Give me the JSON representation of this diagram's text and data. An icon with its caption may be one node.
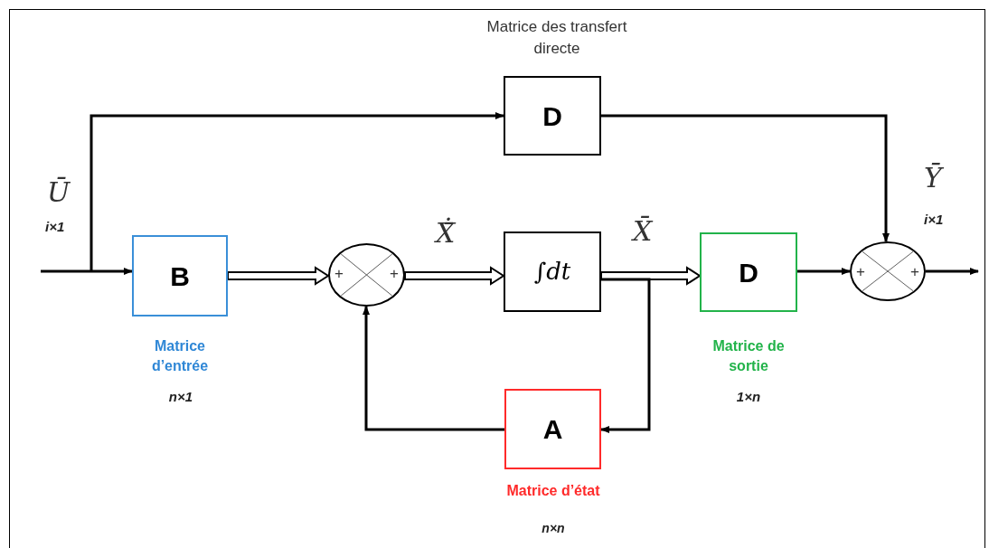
{
  "diagram": {
    "nodes": [
      {
        "text": [
          "D"
        ],
        "beside": [
          "Matrice des transfert directe"
        ]
      },
      {
        "text": [
          "B"
        ],
        "beside": [
          "Matrice d’entrée",
          "n×1"
        ]
      },
      {
        "text": [
          "+",
          "+"
        ]
      },
      {
        "text": [
          "∫dt"
        ]
      },
      {
        "text": [
          "D"
        ],
        "beside": [
          "Matrice de sortie",
          "1×n"
        ]
      },
      {
        "text": [
          "+",
          "+"
        ]
      },
      {
        "text": [
          "A"
        ],
        "beside": [
          "Matrice d’état",
          "n×n"
        ]
      }
    ],
    "edges": [
      {
        "from": null,
        "to": 1,
        "arrow": "to"
      },
      {
        "from": null,
        "to": 0,
        "arrow": "to"
      },
      {
        "from": 1,
        "to": 2,
        "arrow": "to",
        "style": "thick"
      },
      {
        "from": 2,
        "to": 3,
        "arrow": "to",
        "style": "thick",
        "label": "Ẋ̄"
      },
      {
        "from": 3,
        "to": 4,
        "arrow": "to",
        "style": "thick",
        "label": "X̄"
      },
      {
        "from": 4,
        "to": 5,
        "arrow": "to"
      },
      {
        "from": 5,
        "to": null,
        "arrow": "to"
      },
      {
        "from": 0,
        "to": 5,
        "arrow": "to"
      },
      {
        "from": 3,
        "to": 6,
        "arrow": "to"
      },
      {
        "from": 6,
        "to": 2,
        "arrow": "to"
      }
    ],
    "labels": [
      "Ū",
      "i×1",
      "Ȳ",
      "i×1"
    ]
  }
}
